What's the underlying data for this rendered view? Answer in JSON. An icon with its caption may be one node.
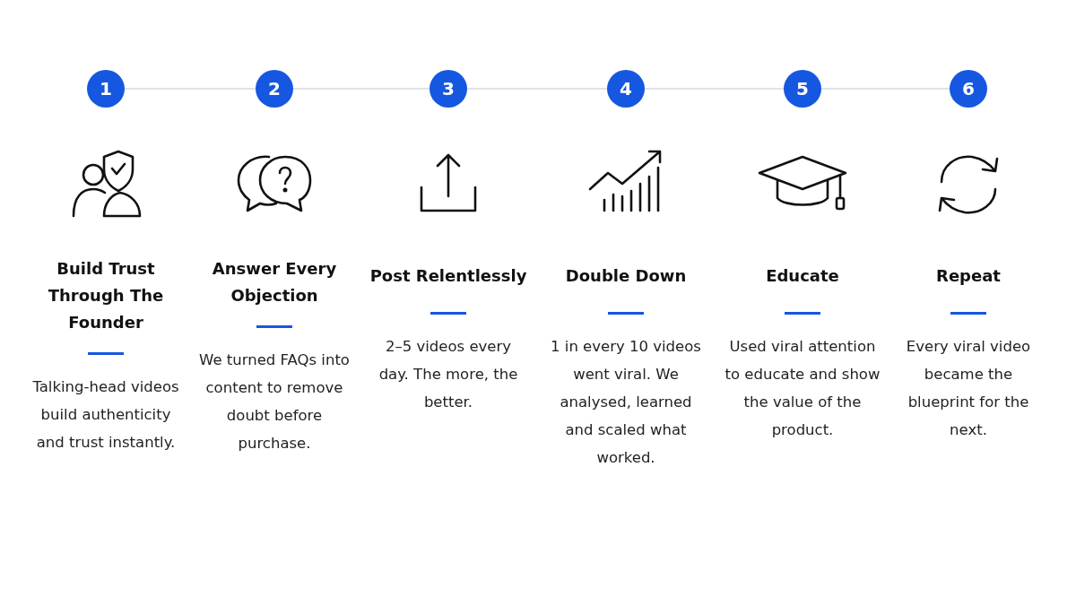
{
  "diagram": {
    "nodes": [
      {
        "text": [
          "1"
        ],
        "beside": [
          "Build Trust Through The Founder",
          "Talking-head videos build authenticity and trust instantly."
        ]
      },
      {
        "text": [
          "2"
        ],
        "beside": [
          "Answer Every Objection",
          "We turned FAQs into content to remove doubt before purchase."
        ]
      },
      {
        "text": [
          "3"
        ],
        "beside": [
          "Post Relentlessly",
          "2–5 videos every day. The more, the better."
        ]
      },
      {
        "text": [
          "4"
        ],
        "beside": [
          "Double Down",
          "1 in every 10 videos went viral. We analysed, learned and scaled what worked."
        ]
      },
      {
        "text": [
          "5"
        ],
        "beside": [
          "Educate",
          "Used viral attention to educate and show the value of the product."
        ]
      },
      {
        "text": [
          "6"
        ],
        "beside": [
          "Repeat",
          "Every viral video became the blueprint for the next."
        ]
      }
    ],
    "edges": [
      {
        "from": 0,
        "to": 1,
        "arrow": "none"
      },
      {
        "from": 1,
        "to": 2,
        "arrow": "none"
      },
      {
        "from": 2,
        "to": 3,
        "arrow": "none"
      },
      {
        "from": 3,
        "to": 4,
        "arrow": "none"
      },
      {
        "from": 4,
        "to": 5,
        "arrow": "none"
      }
    ]
  }
}
